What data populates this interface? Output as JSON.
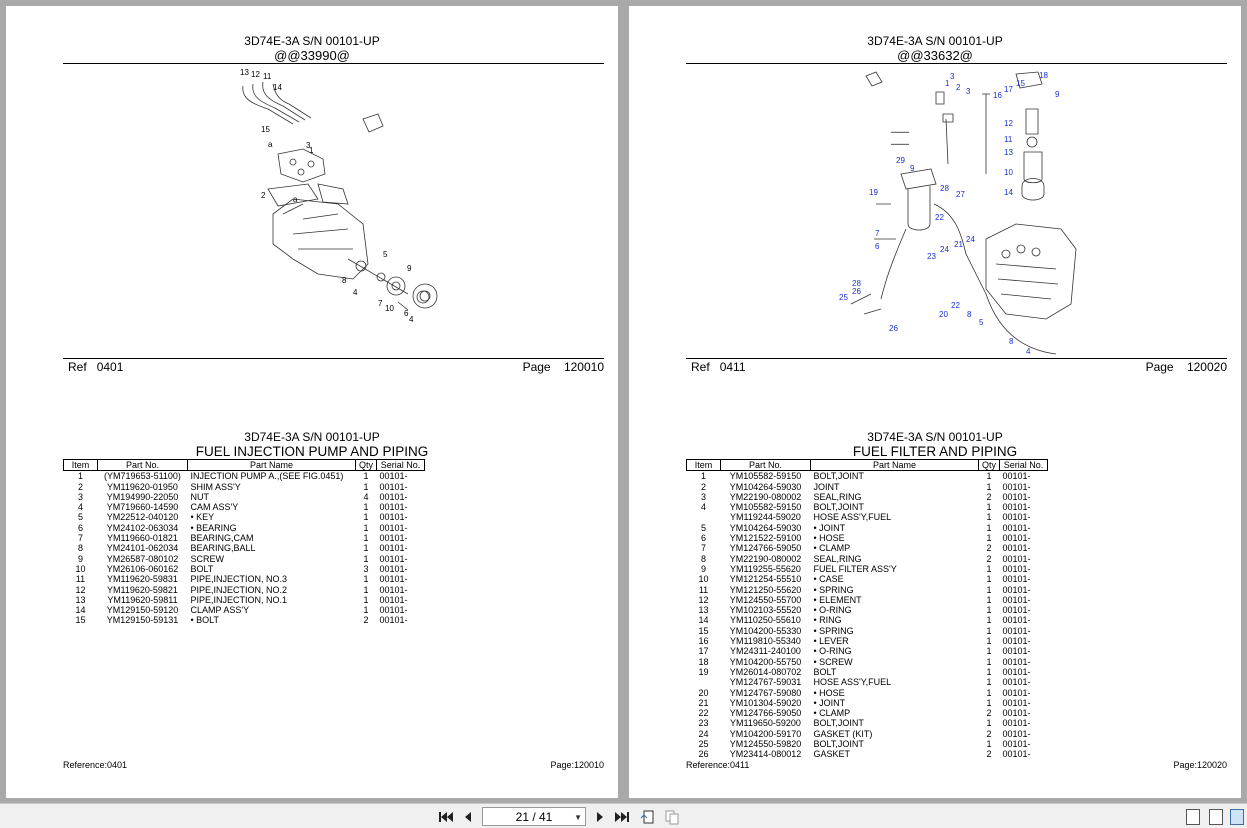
{
  "left": {
    "top_model": "3D74E-3A S/N 00101-UP",
    "top_code": "@@33990@",
    "ref_label": "Ref",
    "ref_value": "0401",
    "page_label": "Page",
    "page_value": "120010",
    "bottom_model": "3D74E-3A S/N 00101-UP",
    "section_title": "FUEL INJECTION PUMP AND PIPING",
    "footer_ref": "Reference:0401",
    "footer_page": "Page:120010",
    "rows": [
      [
        "1",
        "(YM719653-51100)",
        "INJECTION PUMP A.,(SEE FIG.0451)",
        "1",
        "00101-"
      ],
      [
        "2",
        "YM119620-01950",
        "SHIM ASS'Y",
        "1",
        "00101-"
      ],
      [
        "3",
        "YM194990-22050",
        "NUT",
        "4",
        "00101-"
      ],
      [
        "4",
        "YM719660-14590",
        "CAM ASS'Y",
        "1",
        "00101-"
      ],
      [
        "5",
        "YM22512-040120",
        "• KEY",
        "1",
        "00101-"
      ],
      [
        "6",
        "YM24102-063034",
        "• BEARING",
        "1",
        "00101-"
      ],
      [
        "7",
        "YM119660-01821",
        "BEARING,CAM",
        "1",
        "00101-"
      ],
      [
        "8",
        "YM24101-062034",
        "BEARING,BALL",
        "1",
        "00101-"
      ],
      [
        "9",
        "YM26587-080102",
        "SCREW",
        "1",
        "00101-"
      ],
      [
        "10",
        "YM26106-060162",
        "BOLT",
        "3",
        "00101-"
      ],
      [
        "11",
        "YM119620-59831",
        "PIPE,INJECTION, NO.3",
        "1",
        "00101-"
      ],
      [
        "12",
        "YM119620-59821",
        "PIPE,INJECTION, NO.2",
        "1",
        "00101-"
      ],
      [
        "13",
        "YM119620-59811",
        "PIPE,INJECTION, NO.1",
        "1",
        "00101-"
      ],
      [
        "14",
        "YM129150-59120",
        "CLAMP ASS'Y",
        "1",
        "00101-"
      ],
      [
        "15",
        "YM129150-59131",
        "• BOLT",
        "2",
        "00101-"
      ]
    ],
    "callouts": [
      "1",
      "2",
      "3",
      "4",
      "5",
      "6",
      "7",
      "8",
      "9",
      "10",
      "11",
      "12",
      "13",
      "14",
      "15",
      "a",
      "a",
      "4"
    ]
  },
  "right": {
    "top_model": "3D74E-3A S/N 00101-UP",
    "top_code": "@@33632@",
    "ref_label": "Ref",
    "ref_value": "0411",
    "page_label": "Page",
    "page_value": "120020",
    "bottom_model": "3D74E-3A S/N 00101-UP",
    "section_title": "FUEL FILTER AND PIPING",
    "footer_ref": "Reference:0411",
    "footer_page": "Page:120020",
    "rows": [
      [
        "1",
        "YM105582-59150",
        "BOLT,JOINT",
        "1",
        "00101-"
      ],
      [
        "2",
        "YM104264-59030",
        "JOINT",
        "1",
        "00101-"
      ],
      [
        "3",
        "YM22190-080002",
        "SEAL,RING",
        "2",
        "00101-"
      ],
      [
        "4",
        "YM105582-59150",
        "BOLT,JOINT",
        "1",
        "00101-"
      ],
      [
        "",
        "YM119244-59020",
        "HOSE ASS'Y,FUEL",
        "1",
        "00101-"
      ],
      [
        "5",
        "YM104264-59030",
        "• JOINT",
        "1",
        "00101-"
      ],
      [
        "6",
        "YM121522-59100",
        "• HOSE",
        "1",
        "00101-"
      ],
      [
        "7",
        "YM124766-59050",
        "• CLAMP",
        "2",
        "00101-"
      ],
      [
        "8",
        "YM22190-080002",
        "SEAL,RING",
        "2",
        "00101-"
      ],
      [
        "9",
        "YM119255-55620",
        "FUEL FILTER ASS'Y",
        "1",
        "00101-"
      ],
      [
        "10",
        "YM121254-55510",
        "• CASE",
        "1",
        "00101-"
      ],
      [
        "11",
        "YM121250-55620",
        "• SPRING",
        "1",
        "00101-"
      ],
      [
        "12",
        "YM124550-55700",
        "• ELEMENT",
        "1",
        "00101-"
      ],
      [
        "13",
        "YM102103-55520",
        "• O-RING",
        "1",
        "00101-"
      ],
      [
        "14",
        "YM110250-55610",
        "• RING",
        "1",
        "00101-"
      ],
      [
        "15",
        "YM104200-55330",
        "• SPRING",
        "1",
        "00101-"
      ],
      [
        "16",
        "YM119810-55340",
        "• LEVER",
        "1",
        "00101-"
      ],
      [
        "17",
        "YM24311-240100",
        "• O-RING",
        "1",
        "00101-"
      ],
      [
        "18",
        "YM104200-55750",
        "• SCREW",
        "1",
        "00101-"
      ],
      [
        "19",
        "YM26014-080702",
        "BOLT",
        "1",
        "00101-"
      ],
      [
        "",
        "YM124767-59031",
        "HOSE ASS'Y,FUEL",
        "1",
        "00101-"
      ],
      [
        "20",
        "YM124767-59080",
        "• HOSE",
        "1",
        "00101-"
      ],
      [
        "21",
        "YM101304-59020",
        "• JOINT",
        "1",
        "00101-"
      ],
      [
        "22",
        "YM124766-59050",
        "• CLAMP",
        "2",
        "00101-"
      ],
      [
        "23",
        "YM119650-59200",
        "BOLT,JOINT",
        "1",
        "00101-"
      ],
      [
        "24",
        "YM104200-59170",
        "GASKET (KIT)",
        "2",
        "00101-"
      ],
      [
        "25",
        "YM124550-59820",
        "BOLT,JOINT",
        "1",
        "00101-"
      ],
      [
        "26",
        "YM23414-080012",
        "GASKET",
        "2",
        "00101-"
      ]
    ],
    "callouts": [
      "1",
      "2",
      "3",
      "3",
      "4",
      "5",
      "6",
      "7",
      "8",
      "8",
      "9",
      "9",
      "10",
      "11",
      "12",
      "13",
      "14",
      "15",
      "16",
      "17",
      "18",
      "19",
      "20",
      "21",
      "22",
      "22",
      "23",
      "24",
      "24",
      "25",
      "26",
      "26",
      "27",
      "28",
      "28",
      "29"
    ]
  },
  "table_headers": [
    "Item",
    "Part No.",
    "Part Name",
    "Qty",
    "Serial No."
  ],
  "toolbar": {
    "page_indicator": "21 / 41",
    "first_icon": "first-page-icon",
    "prev_icon": "prev-page-icon",
    "next_icon": "next-page-icon",
    "last_icon": "last-page-icon"
  }
}
